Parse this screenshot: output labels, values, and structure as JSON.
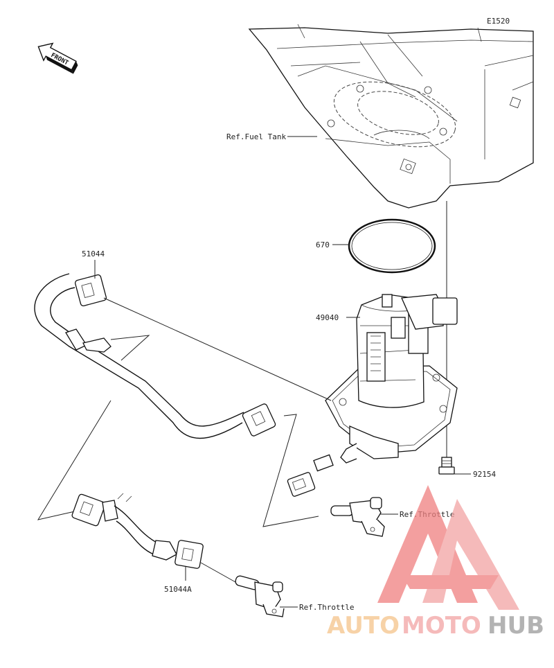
{
  "diagram_code": "E1520",
  "front_label": "FRONT",
  "labels": {
    "fuel_tank": "Ref.Fuel Tank",
    "o_ring": "670",
    "pump": "49040",
    "bolt": "92154",
    "hose_clamp_top": "51044",
    "hose_clamp_bottom": "51044A",
    "throttle_upper": "Ref.Throttle",
    "throttle_lower": "Ref.Throttle"
  },
  "watermark": {
    "part1": "AUTO",
    "part2": "MOTO",
    "part3": "HUB",
    "color_primary": "#f2a3a3",
    "color_accent": "#f5c48a",
    "color_dark": "#9a9a9a"
  }
}
